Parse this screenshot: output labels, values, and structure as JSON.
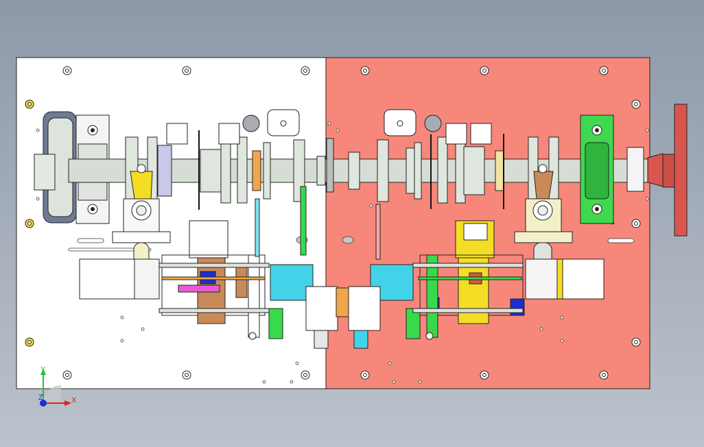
{
  "viewport": {
    "background_top": "#8d99a9",
    "background_bottom": "#bcc2cb"
  },
  "model": {
    "left_plate_color": "#ffffff",
    "right_plate_color": "#f7877a",
    "shaft_color": "#d6ddd4",
    "handwheel_color": "#d8564e",
    "bearing_block_color": "#3fd84f",
    "accent_colors": {
      "cyan": "#43d3e8",
      "yellow": "#f4dd25",
      "green": "#38d94b",
      "blue": "#1b2fd0",
      "brown": "#c98a5a",
      "magenta": "#e85ad6",
      "orange": "#f0a64a"
    }
  },
  "triad": {
    "x_label": "X",
    "y_label": "Y",
    "z_label": "Z",
    "x_color": "#e0201c",
    "y_color": "#21c43a",
    "z_color": "#1b2fd0"
  }
}
